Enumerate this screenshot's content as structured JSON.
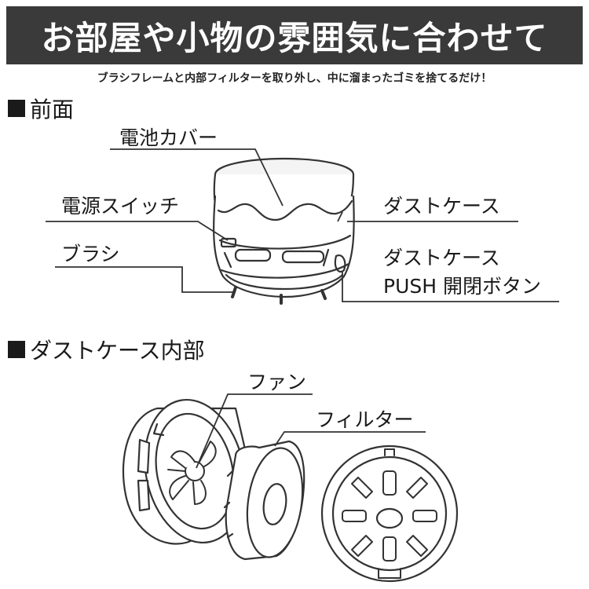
{
  "banner": {
    "title": "お部屋や小物の雰囲気に合わせて"
  },
  "subtitle": "ブラシフレームと内部フィルターを取り外し、中に溜まったゴミを捨てるだけ！",
  "front": {
    "heading": "前面",
    "labels": {
      "battery_cover": "電池カバー",
      "power_switch": "電源スイッチ",
      "brush": "ブラシ",
      "dust_case": "ダストケース",
      "push_line1": "ダストケース",
      "push_line2": "PUSH 開閉ボタン"
    }
  },
  "interior": {
    "heading": "ダストケース内部",
    "labels": {
      "fan": "ファン",
      "filter": "フィルター"
    }
  }
}
